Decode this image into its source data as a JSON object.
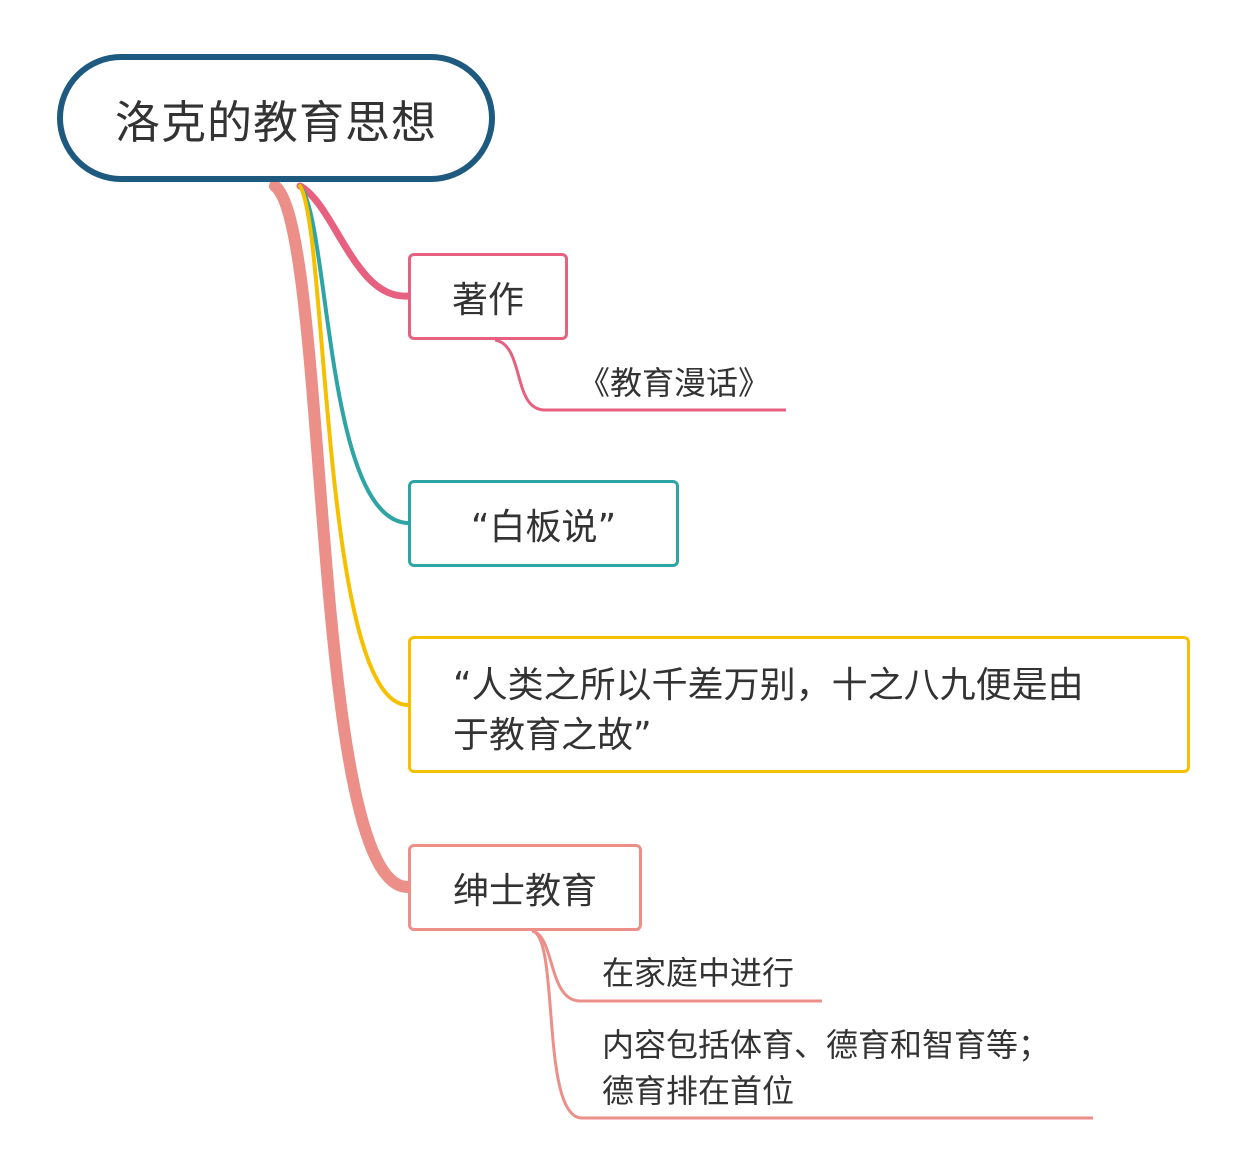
{
  "root": {
    "title": "洛克的教育思想",
    "color": "#1e5a80"
  },
  "branches": [
    {
      "label": "著作",
      "color": "#e8607f",
      "children": [
        "《教育漫话》"
      ]
    },
    {
      "label": "“白板说”",
      "color": "#2fa4a4",
      "children": []
    },
    {
      "label_lines": [
        "“人类之所以千差万别，十之八九便是由",
        "于教育之故”"
      ],
      "color": "#f5c000",
      "children": []
    },
    {
      "label": "绅士教育",
      "color": "#ec8f89",
      "children": [
        "在家庭中进行",
        "内容包括体育、德育和智育等；",
        "德育排在首位"
      ]
    }
  ]
}
